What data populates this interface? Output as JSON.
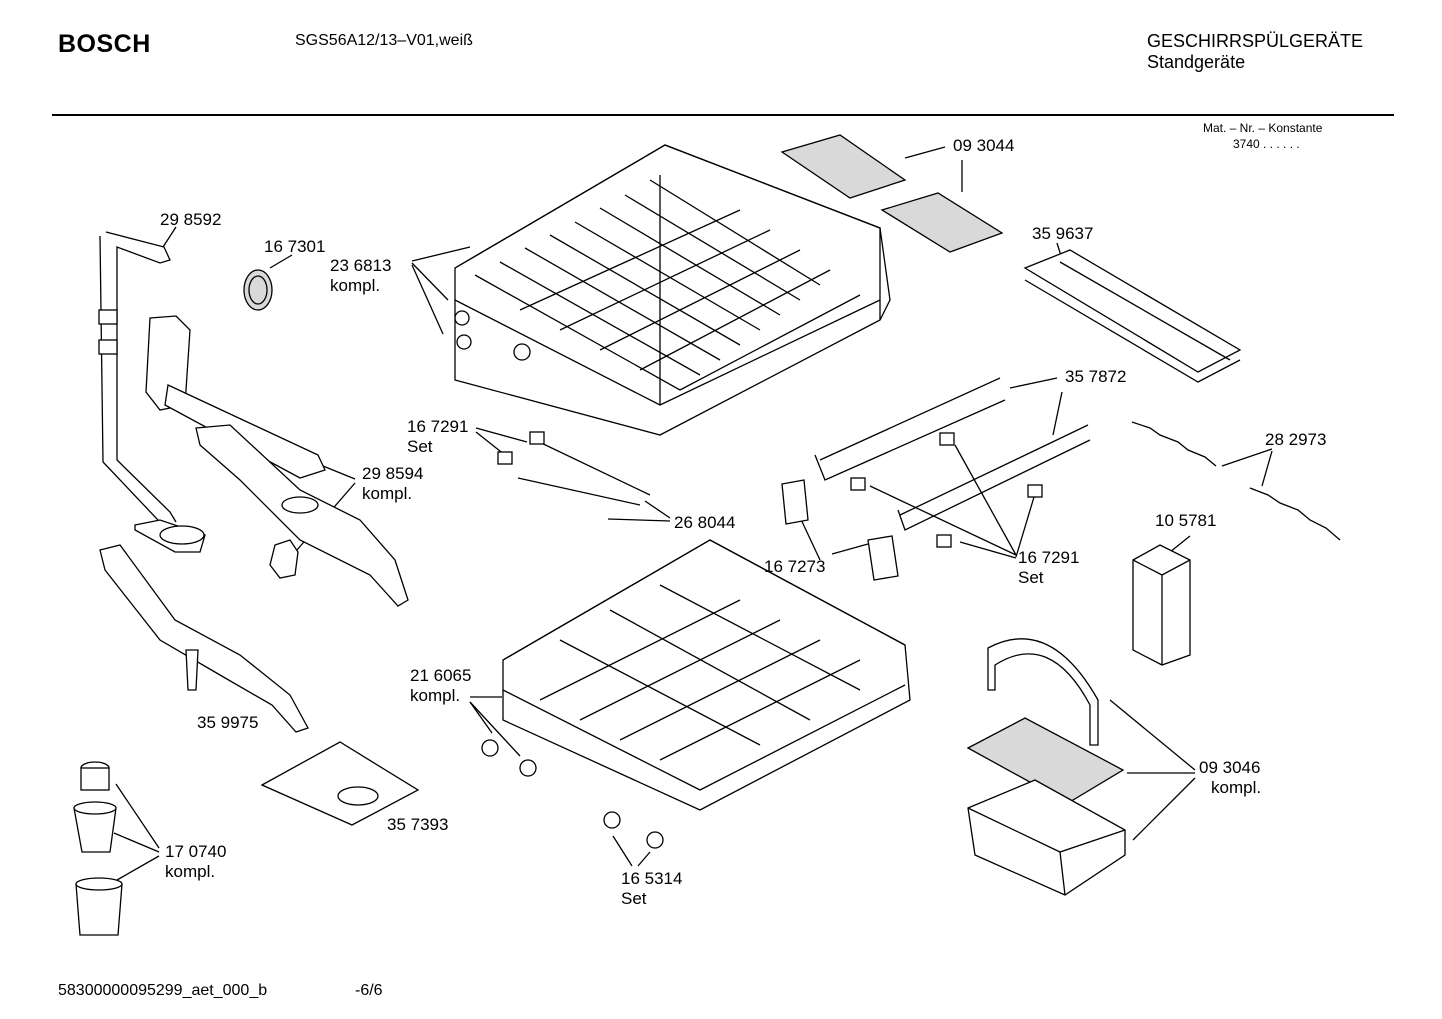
{
  "header": {
    "brand": "BOSCH",
    "model": "SGS56A12/13–V01,weiß",
    "category_line1": "GESCHIRRSPÜLGERÄTE",
    "category_line2": "Standgeräte",
    "material_label": "Mat. – Nr. – Konstante",
    "material_value": "3740  .  .    .  .  .  ."
  },
  "parts": [
    {
      "id": "p-298592",
      "number": "29 8592",
      "note": ""
    },
    {
      "id": "p-167301",
      "number": "16 7301",
      "note": ""
    },
    {
      "id": "p-236813",
      "number": "23 6813",
      "note": "kompl."
    },
    {
      "id": "p-093044",
      "number": "09 3044",
      "note": ""
    },
    {
      "id": "p-359637",
      "number": "35 9637",
      "note": ""
    },
    {
      "id": "p-357872",
      "number": "35 7872",
      "note": ""
    },
    {
      "id": "p-282973",
      "number": "28 2973",
      "note": ""
    },
    {
      "id": "p-167291a",
      "number": "16 7291",
      "note": "Set"
    },
    {
      "id": "p-298594",
      "number": "29 8594",
      "note": "kompl."
    },
    {
      "id": "p-268044",
      "number": "26 8044",
      "note": ""
    },
    {
      "id": "p-105781",
      "number": "10 5781",
      "note": ""
    },
    {
      "id": "p-167273",
      "number": "16 7273",
      "note": ""
    },
    {
      "id": "p-167291b",
      "number": "16 7291",
      "note": "Set"
    },
    {
      "id": "p-216065",
      "number": "21 6065",
      "note": "kompl."
    },
    {
      "id": "p-359975",
      "number": "35 9975",
      "note": ""
    },
    {
      "id": "p-093046",
      "number": "09 3046",
      "note": "kompl."
    },
    {
      "id": "p-357393",
      "number": "35 7393",
      "note": ""
    },
    {
      "id": "p-170740",
      "number": "17 0740",
      "note": "kompl."
    },
    {
      "id": "p-165314",
      "number": "16 5314",
      "note": "Set"
    }
  ],
  "footer": {
    "document_id": "58300000095299_aet_000_b",
    "page": "-6/6"
  }
}
